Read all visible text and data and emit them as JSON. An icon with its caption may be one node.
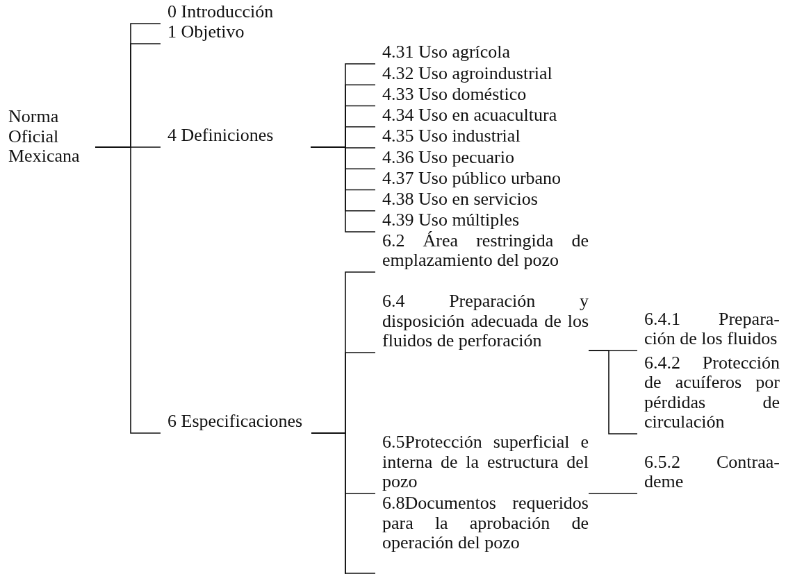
{
  "diagram": {
    "nodes": [
      {
        "text": [
          "Norma Oficial Mexicana"
        ]
      },
      {
        "text": [
          "0 Introducción"
        ]
      },
      {
        "text": [
          "1 Objetivo"
        ]
      },
      {
        "text": [
          "4 Definiciones"
        ]
      },
      {
        "text": [
          "6 Especificaciones"
        ]
      },
      {
        "text": [
          "4.31 Uso agrícola"
        ]
      },
      {
        "text": [
          "4.32 Uso agroindustrial"
        ]
      },
      {
        "text": [
          "4.33 Uso doméstico"
        ]
      },
      {
        "text": [
          "4.34 Uso en acuacultura"
        ]
      },
      {
        "text": [
          "4.35 Uso industrial"
        ]
      },
      {
        "text": [
          "4.36 Uso pecuario"
        ]
      },
      {
        "text": [
          "4.37 Uso público urbano"
        ]
      },
      {
        "text": [
          "4.38 Uso en servicios"
        ]
      },
      {
        "text": [
          "4.39 Uso múltiples"
        ]
      },
      {
        "text": [
          "6.2 Área restringida de emplazamiento del pozo"
        ]
      },
      {
        "text": [
          "6.4 Preparación y disposición adecuada de los fluidos de perforación"
        ]
      },
      {
        "text": [
          "6.4.1 Prepara- ción de los fluidos"
        ]
      },
      {
        "text": [
          "6.4.2 Protección de acuíferos por pérdidas de circulación"
        ]
      },
      {
        "text": [
          "6.5Protección superficial e interna de la estructura del pozo"
        ]
      },
      {
        "text": [
          "6.5.2 Contraa- deme"
        ]
      },
      {
        "text": [
          "6.8Documentos requeridos para la aprobación de operación del pozo"
        ]
      }
    ],
    "edges": [
      {
        "from": 0,
        "to": 1,
        "arrow": "none"
      },
      {
        "from": 0,
        "to": 2,
        "arrow": "none"
      },
      {
        "from": 0,
        "to": 3,
        "arrow": "none"
      },
      {
        "from": 0,
        "to": 4,
        "arrow": "none"
      },
      {
        "from": 3,
        "to": 5,
        "arrow": "none"
      },
      {
        "from": 3,
        "to": 6,
        "arrow": "none"
      },
      {
        "from": 3,
        "to": 7,
        "arrow": "none"
      },
      {
        "from": 3,
        "to": 8,
        "arrow": "none"
      },
      {
        "from": 3,
        "to": 9,
        "arrow": "none"
      },
      {
        "from": 3,
        "to": 10,
        "arrow": "none"
      },
      {
        "from": 3,
        "to": 11,
        "arrow": "none"
      },
      {
        "from": 3,
        "to": 12,
        "arrow": "none"
      },
      {
        "from": 3,
        "to": 13,
        "arrow": "none"
      },
      {
        "from": 4,
        "to": 14,
        "arrow": "none"
      },
      {
        "from": 4,
        "to": 15,
        "arrow": "none"
      },
      {
        "from": 4,
        "to": 18,
        "arrow": "none"
      },
      {
        "from": 4,
        "to": 20,
        "arrow": "none"
      },
      {
        "from": 15,
        "to": 16,
        "arrow": "none"
      },
      {
        "from": 15,
        "to": 17,
        "arrow": "none"
      },
      {
        "from": 18,
        "to": 19,
        "arrow": "none"
      }
    ]
  }
}
